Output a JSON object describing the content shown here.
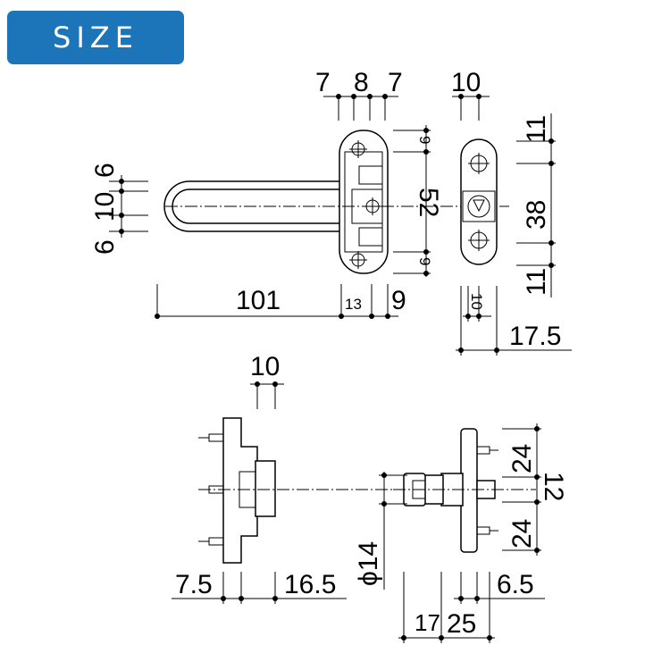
{
  "header": {
    "badge_label": "SIZE"
  },
  "colors": {
    "badge_bg": "#1b75b8",
    "badge_text": "#ffffff",
    "line": "#000000"
  },
  "top_view": {
    "dim_top_left": "7",
    "dim_top_mid": "8",
    "dim_top_right": "7",
    "dim_left_6a": "6",
    "dim_left_10": "10",
    "dim_left_6b": "6",
    "dim_length": "101",
    "dim_13": "13",
    "dim_9_bottom": "9",
    "dim_9_upper": "9",
    "dim_9_lower": "9",
    "dim_height": "52"
  },
  "receiver_view": {
    "dim_top": "10",
    "dim_11_top": "11",
    "dim_38": "38",
    "dim_11_bottom": "11",
    "dim_inner_10": "10",
    "dim_17_5": "17.5"
  },
  "side_view_left": {
    "dim_top": "10",
    "dim_7_5": "7.5",
    "dim_16_5": "16.5"
  },
  "side_view_right": {
    "dim_24_top": "24",
    "dim_12": "12",
    "dim_24_bottom": "24",
    "dim_phi14": "ϕ14",
    "dim_6_5": "6.5",
    "dim_17": "17",
    "dim_25": "25"
  }
}
